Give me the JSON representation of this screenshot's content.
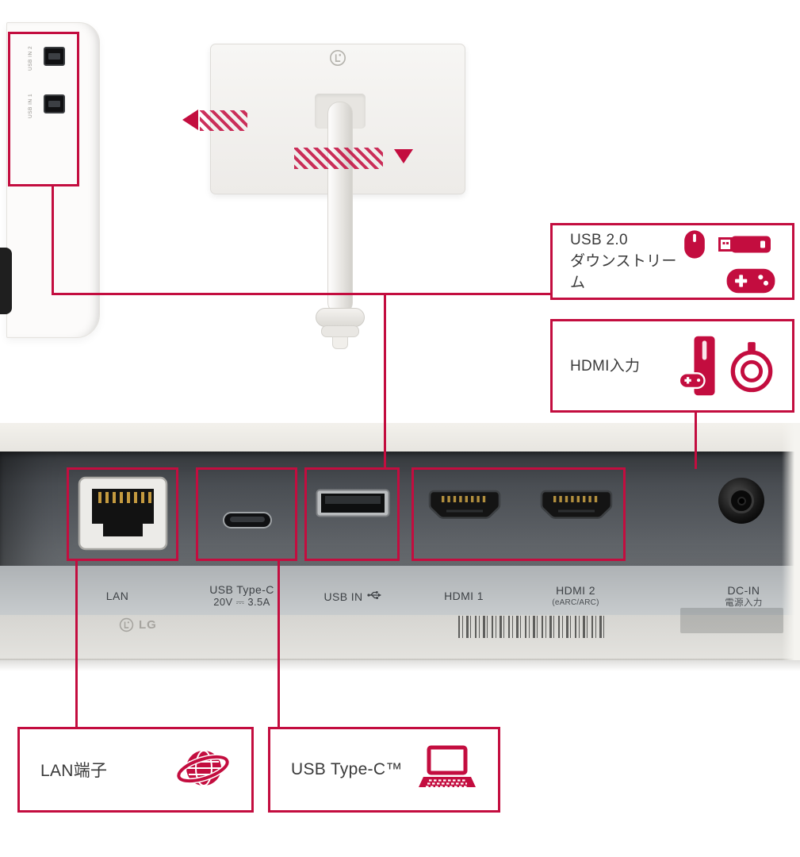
{
  "colors": {
    "accent": "#c30d3f"
  },
  "side_panel": {
    "port2_label": "USB IN 2",
    "port1_label": "USB IN 1"
  },
  "callouts": {
    "usb_downstream": {
      "line1": "USB 2.0",
      "line2": "ダウンストリーム"
    },
    "hdmi_input": {
      "label": "HDMI入力"
    },
    "lan": {
      "label": "LAN端子"
    },
    "usb_type_c": {
      "label": "USB Type-C™"
    }
  },
  "rear_panel": {
    "labels": {
      "lan": "LAN",
      "usb_c_line1": "USB Type-C",
      "usb_c_line2": "20V ⎓ 3.5A",
      "usb_in": "USB IN",
      "hdmi1": "HDMI 1",
      "hdmi2": "HDMI 2",
      "hdmi2_sub": "(eARC/ARC)",
      "dc_in": "DC-IN",
      "dc_in_sub": "電源入力"
    },
    "brand": "LG"
  }
}
